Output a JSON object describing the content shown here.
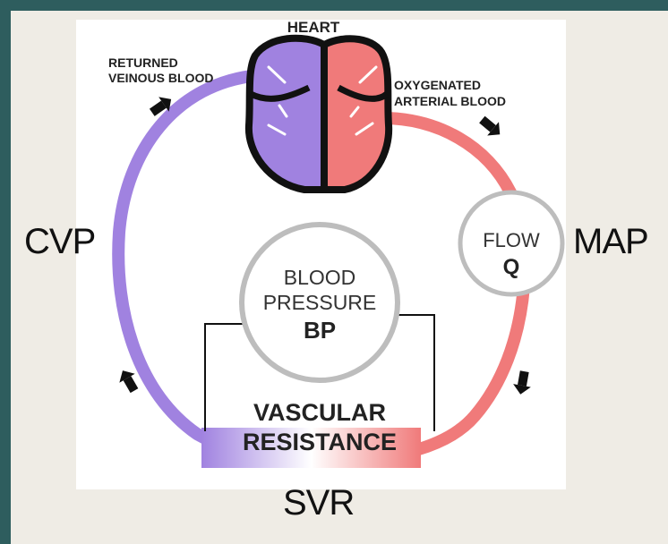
{
  "labels": {
    "heart": "HEART",
    "returned_line1": "RETURNED",
    "returned_line2": "VEINOUS BLOOD",
    "oxygenated_line1": "OXYGENATED",
    "oxygenated_line2": "ARTERIAL BLOOD",
    "flow_line1": "FLOW",
    "flow_line2": "Q",
    "bp_line1": "BLOOD",
    "bp_line2": "PRESSURE",
    "bp_line3": "BP",
    "vascular_line1": "VASCULAR",
    "vascular_line2": "RESISTANCE",
    "cvp": "CVP",
    "map": "MAP",
    "svr": "SVR"
  },
  "colors": {
    "venous": "#a082e0",
    "arterial": "#f07a7a",
    "heart_outline": "#111111",
    "circle_stroke": "#bdbdbd",
    "frame": "#2e5d5e",
    "background": "#efece5"
  }
}
